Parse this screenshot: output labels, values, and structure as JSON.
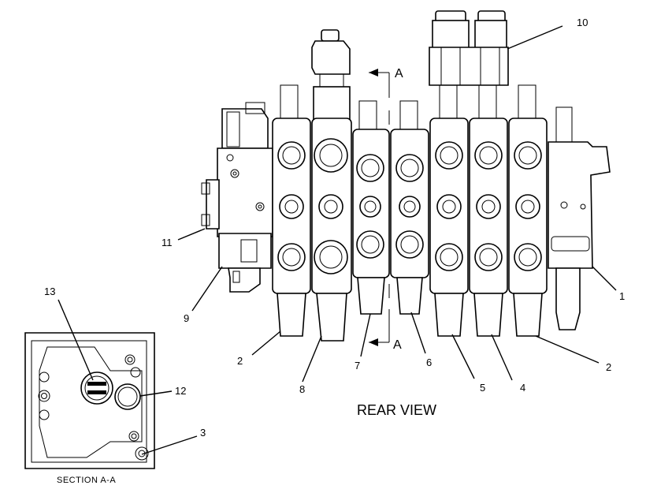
{
  "diagram": {
    "view_title": "REAR VIEW",
    "section_caption": "SECTION A-A",
    "section_marker": "A",
    "callouts": [
      {
        "id": "c1",
        "text": "1"
      },
      {
        "id": "c2a",
        "text": "2"
      },
      {
        "id": "c2b",
        "text": "2"
      },
      {
        "id": "c3",
        "text": "3"
      },
      {
        "id": "c4",
        "text": "4"
      },
      {
        "id": "c5",
        "text": "5"
      },
      {
        "id": "c6",
        "text": "6"
      },
      {
        "id": "c7",
        "text": "7"
      },
      {
        "id": "c8",
        "text": "8"
      },
      {
        "id": "c9",
        "text": "9"
      },
      {
        "id": "c10",
        "text": "10"
      },
      {
        "id": "c11",
        "text": "11"
      },
      {
        "id": "c12",
        "text": "12"
      },
      {
        "id": "c13",
        "text": "13"
      }
    ]
  }
}
